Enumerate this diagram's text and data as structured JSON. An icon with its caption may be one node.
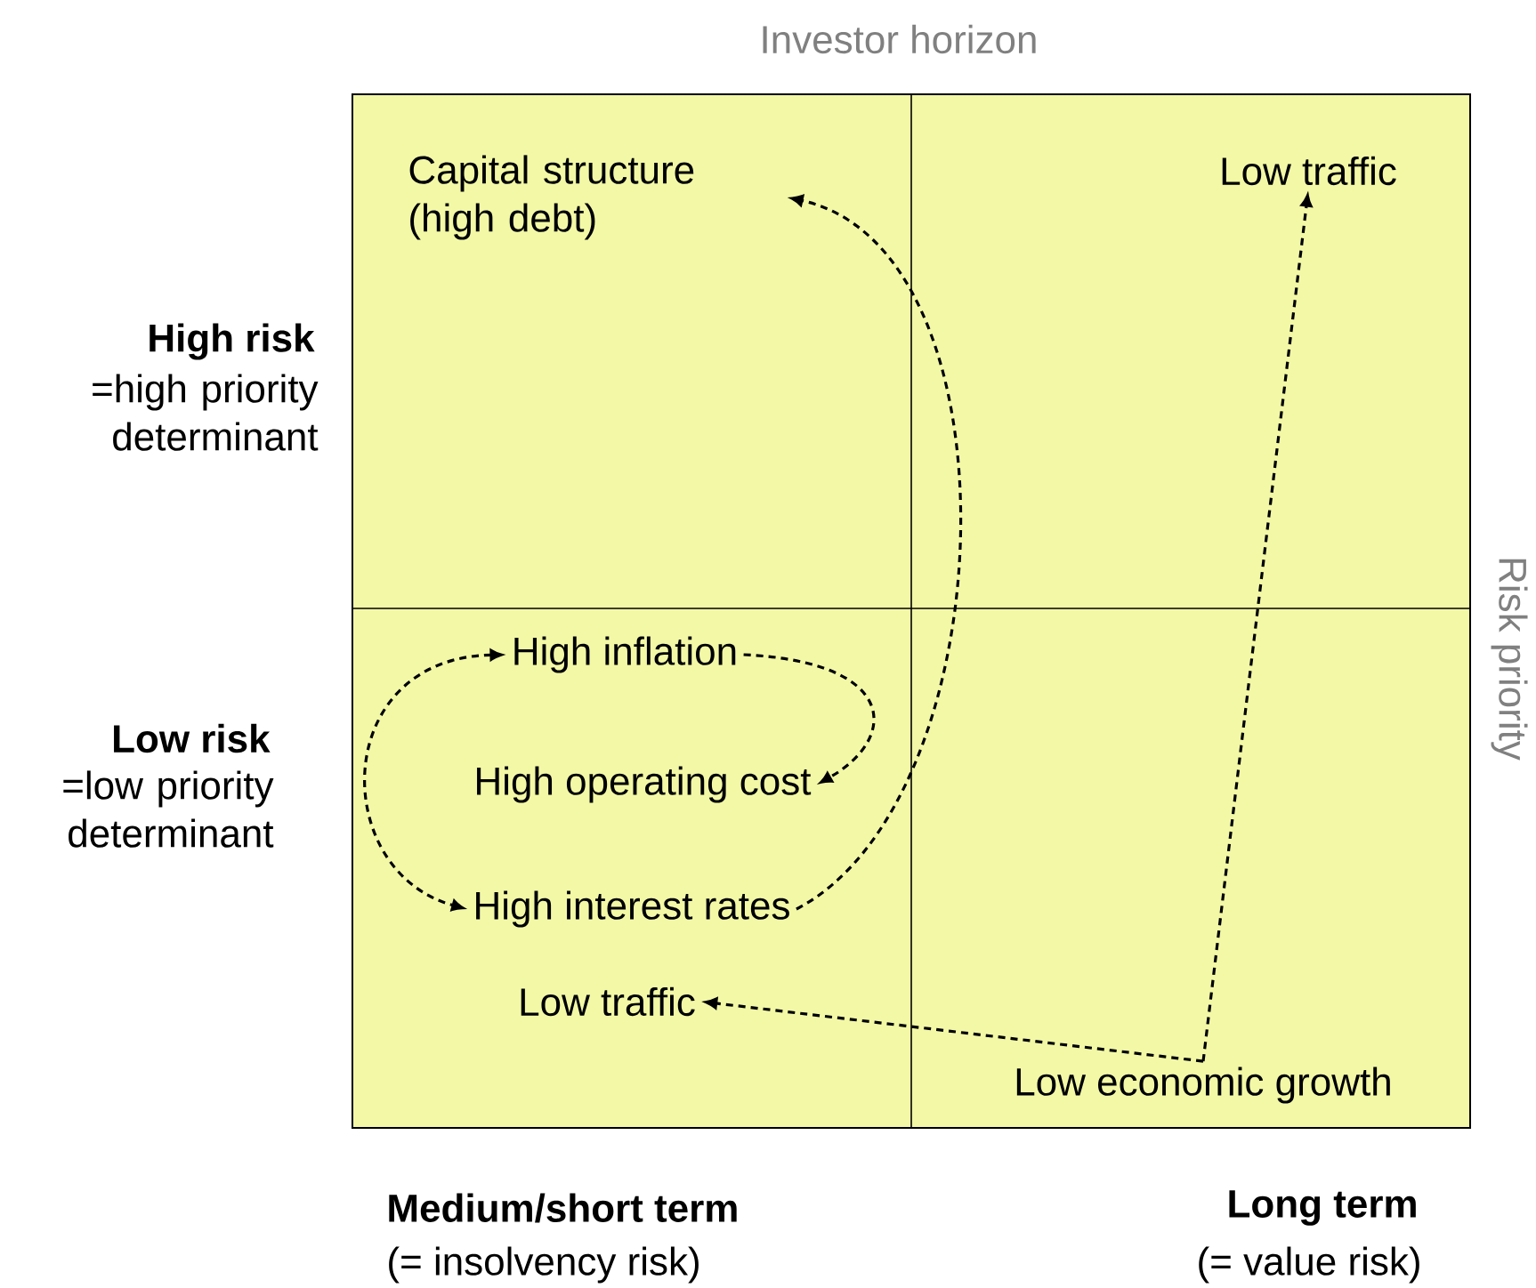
{
  "diagram": {
    "nodes": [
      {
        "text": [
          "Capital structure (high debt)"
        ]
      },
      {
        "text": [
          "Low traffic"
        ]
      },
      {
        "text": [
          "High inflation"
        ]
      },
      {
        "text": [
          "High operating cost"
        ]
      },
      {
        "text": [
          "High interest rates"
        ]
      },
      {
        "text": [
          "Low traffic"
        ]
      },
      {
        "text": [
          "Low economic growth"
        ]
      }
    ],
    "edges": [
      {
        "from": 4,
        "to": 0,
        "arrow": "to",
        "style": "dashed"
      },
      {
        "from": 2,
        "to": 3,
        "arrow": "to",
        "style": "dashed"
      },
      {
        "from": 2,
        "to": 4,
        "arrow": "both",
        "style": "dashed"
      },
      {
        "from": 6,
        "to": 1,
        "arrow": "to",
        "style": "dashed"
      },
      {
        "from": 6,
        "to": 5,
        "arrow": "to",
        "style": "dashed"
      }
    ],
    "labels": [
      "Investor horizon",
      "Risk priority",
      "High risk",
      "=high priority determinant",
      "Low risk",
      "=low priority determinant",
      "Medium/short term",
      "(= insolvency risk)",
      "Long term",
      "(= value risk)"
    ]
  }
}
